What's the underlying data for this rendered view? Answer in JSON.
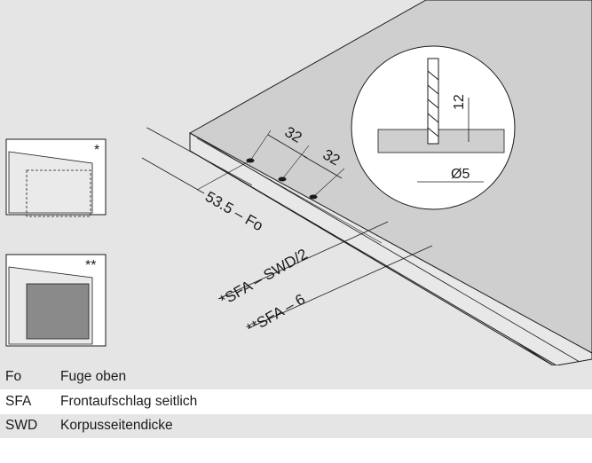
{
  "diagram": {
    "dim_spacing_1": "32",
    "dim_spacing_2": "32",
    "dim_offset": "53.5 – Fo",
    "dim_sfa_swd": "*SFA – SWD/2",
    "dim_sfa_6": "**SFA – 6",
    "detail_depth": "12",
    "detail_diameter": "Ø5",
    "thumb_1_marker": "*",
    "thumb_2_marker": "**"
  },
  "legend": [
    {
      "abbr": "Fo",
      "desc": "Fuge oben"
    },
    {
      "abbr": "SFA",
      "desc": "Frontaufschlag seitlich"
    },
    {
      "abbr": "SWD",
      "desc": "Korpusseitendicke"
    }
  ],
  "colors": {
    "background": "#e5e5e5",
    "panel": "#cfcfcf",
    "line": "#1a1a1a"
  }
}
